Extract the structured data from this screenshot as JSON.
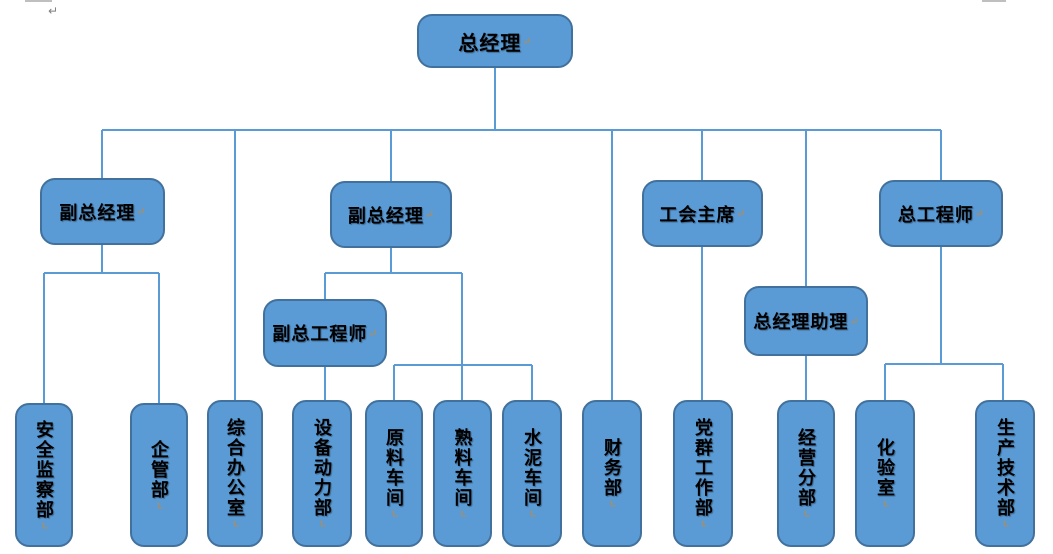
{
  "document": {
    "kind": "word-document-org-chart",
    "title": ""
  },
  "colors": {
    "box_fill": "#5b9bd5",
    "box_border": "#41719c",
    "connector": "#5b9bd5",
    "text": "#000000",
    "pilcrow_mark": "#b78b4e",
    "page_edge_mark": "#bfbfbf",
    "background": "#ffffff"
  },
  "marks": {
    "pilcrow": "↵"
  },
  "nodes": {
    "general_manager": {
      "label": "总经理",
      "level": 1
    },
    "deputy_gm_1": {
      "label": "副总经理",
      "level": 2
    },
    "deputy_gm_2": {
      "label": "副总经理",
      "level": 2
    },
    "union_chairman": {
      "label": "工会主席",
      "level": 2
    },
    "chief_engineer": {
      "label": "总工程师",
      "level": 2
    },
    "deputy_chief_engineer": {
      "label": "副总工程师",
      "level": 3
    },
    "gm_assistant": {
      "label": "总经理助理",
      "level": 3
    },
    "safety_supervision_dept": {
      "label": "安全监察部",
      "level": 4
    },
    "enterprise_mgmt_dept": {
      "label": "企管部",
      "level": 4
    },
    "general_office": {
      "label": "综合办公室",
      "level": 4
    },
    "equipment_power_dept": {
      "label": "设备动力部",
      "level": 4
    },
    "raw_material_workshop": {
      "label": "原料车间",
      "level": 4
    },
    "clinker_workshop": {
      "label": "熟料车间",
      "level": 4
    },
    "cement_workshop": {
      "label": "水泥车间",
      "level": 4
    },
    "finance_dept": {
      "label": "财务部",
      "level": 4
    },
    "party_mass_work_dept": {
      "label": "党群工作部",
      "level": 4
    },
    "business_division": {
      "label": "经营分部",
      "level": 4
    },
    "laboratory": {
      "label": "化验室",
      "level": 4
    },
    "production_tech_dept": {
      "label": "生产技术部",
      "level": 4
    }
  },
  "edges": [
    {
      "from": "general_manager",
      "to": "deputy_gm_1"
    },
    {
      "from": "general_manager",
      "to": "general_office"
    },
    {
      "from": "general_manager",
      "to": "deputy_gm_2"
    },
    {
      "from": "general_manager",
      "to": "finance_dept"
    },
    {
      "from": "general_manager",
      "to": "union_chairman"
    },
    {
      "from": "general_manager",
      "to": "gm_assistant"
    },
    {
      "from": "general_manager",
      "to": "chief_engineer"
    },
    {
      "from": "deputy_gm_1",
      "to": "safety_supervision_dept"
    },
    {
      "from": "deputy_gm_1",
      "to": "enterprise_mgmt_dept"
    },
    {
      "from": "deputy_gm_2",
      "to": "deputy_chief_engineer"
    },
    {
      "from": "deputy_gm_2",
      "to": "raw_material_workshop"
    },
    {
      "from": "deputy_gm_2",
      "to": "clinker_workshop"
    },
    {
      "from": "deputy_gm_2",
      "to": "cement_workshop"
    },
    {
      "from": "deputy_chief_engineer",
      "to": "equipment_power_dept"
    },
    {
      "from": "union_chairman",
      "to": "party_mass_work_dept"
    },
    {
      "from": "gm_assistant",
      "to": "business_division"
    },
    {
      "from": "chief_engineer",
      "to": "laboratory"
    },
    {
      "from": "chief_engineer",
      "to": "production_tech_dept"
    }
  ]
}
